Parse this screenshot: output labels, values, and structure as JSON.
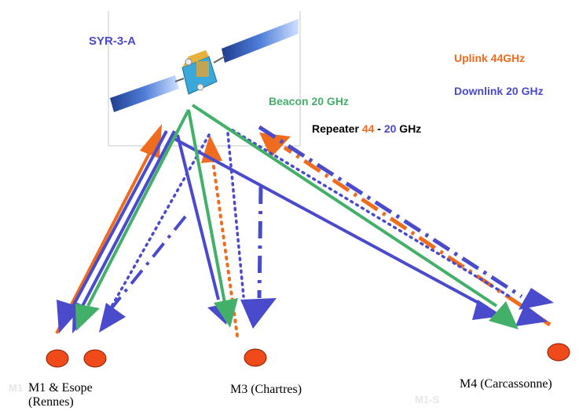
{
  "satellite": {
    "name": "SYR-3-A"
  },
  "legend": {
    "uplink": "Uplink 44GHz",
    "downlink": "Downlink  20 GHz",
    "beacon": "Beacon 20 GHz",
    "repeater_prefix": "Repeater ",
    "repeater_up": "44",
    "repeater_sep": " - ",
    "repeater_down": "20",
    "repeater_suffix": " GHz"
  },
  "stations": {
    "m1_line1": "M1 & Esope",
    "m1_line2": "(Rennes)",
    "m3": "M3 (Chartres)",
    "m4": "M4 (Carcassonne)"
  },
  "faint_labels": {
    "left": "M1",
    "right": "M1-S"
  },
  "colors": {
    "uplink": "#ef6c1f",
    "downlink": "#4a4acc",
    "beacon": "#43b06a",
    "station": "#f04a1a"
  }
}
